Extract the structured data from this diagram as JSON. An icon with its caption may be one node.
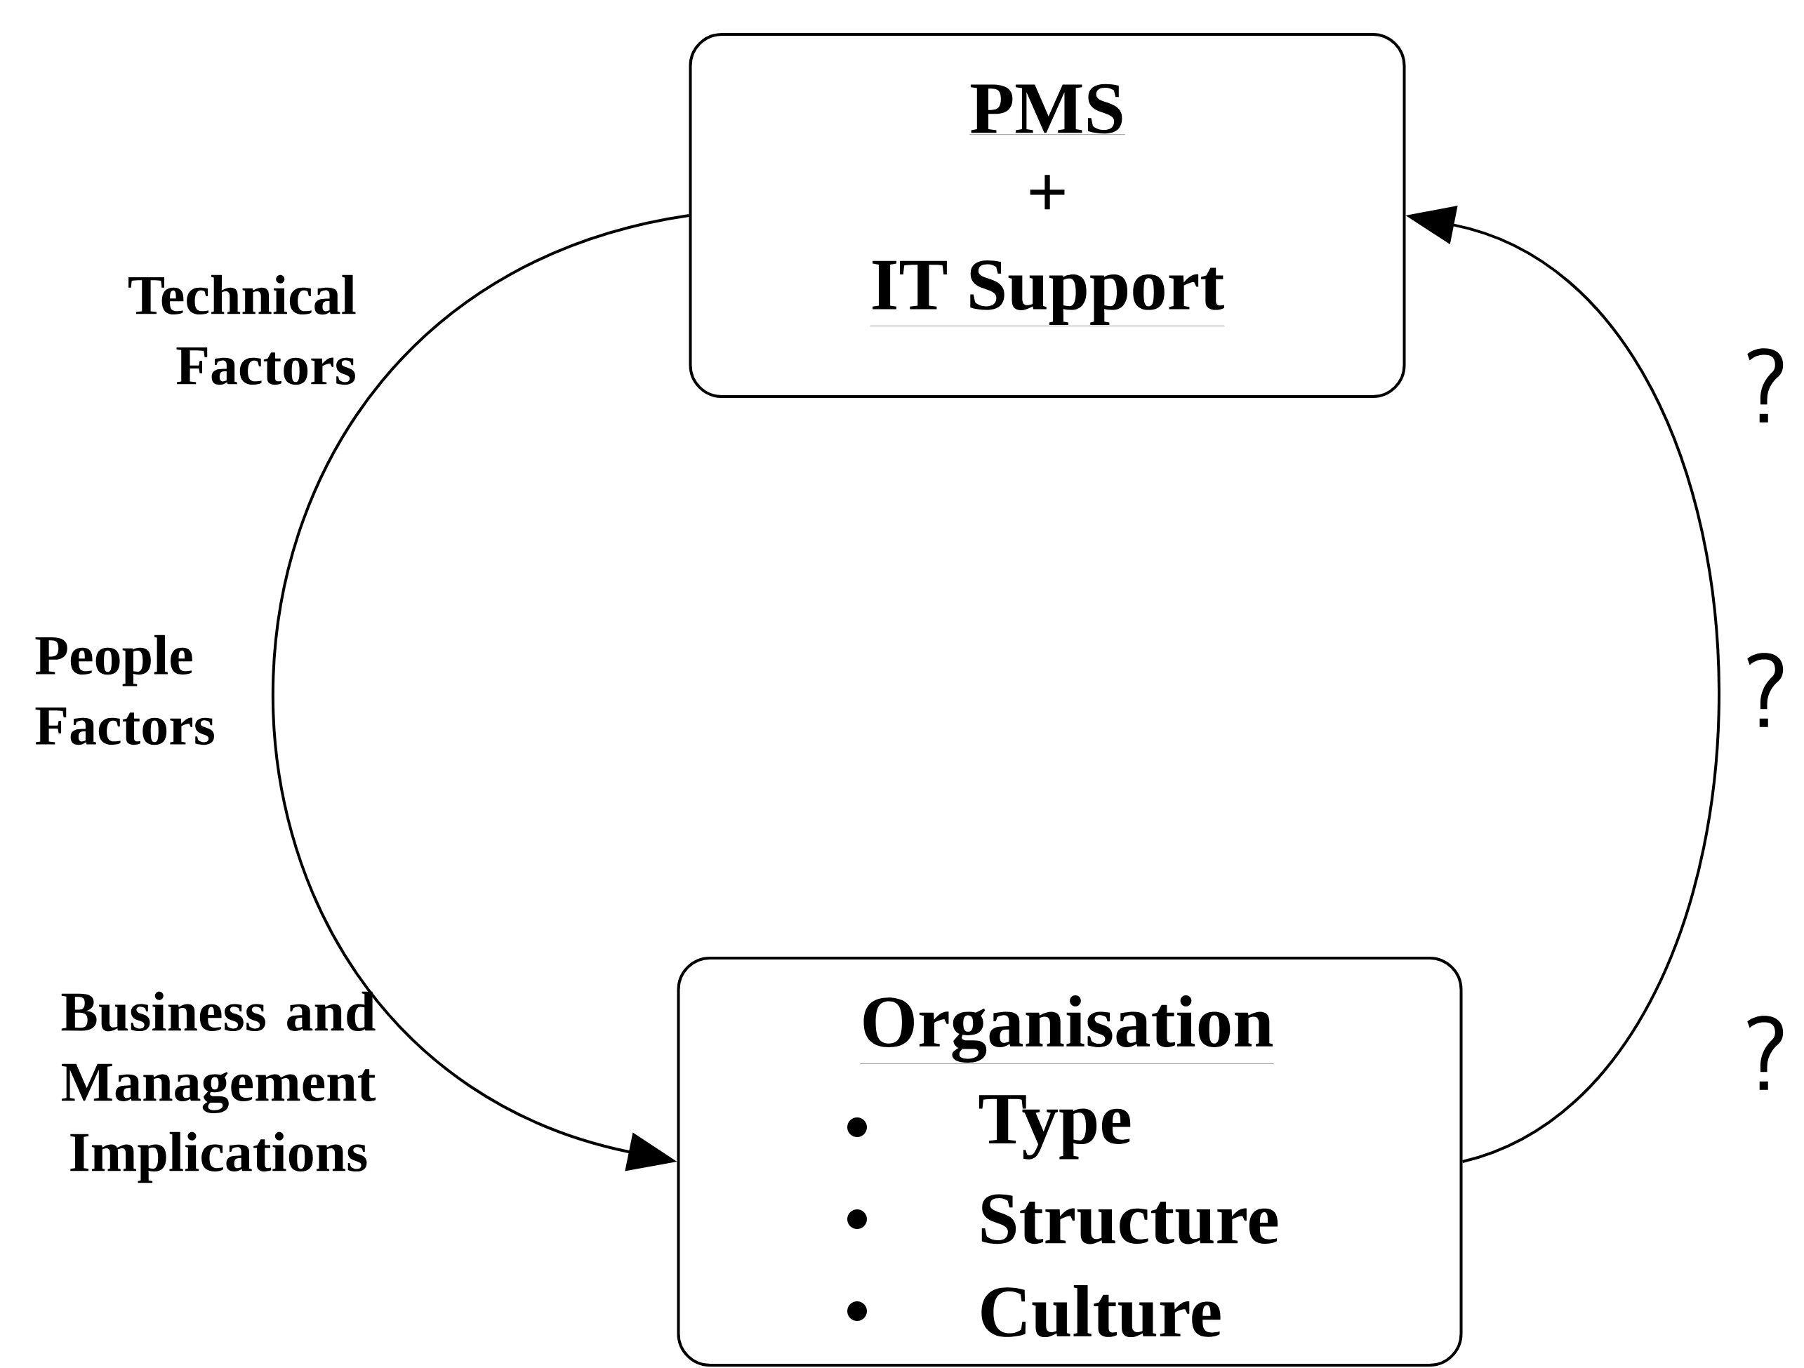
{
  "diagram": {
    "nodes": [
      {
        "text": [
          "PMS",
          "+",
          "IT Support"
        ]
      },
      {
        "text": [
          "Organisation",
          "Type",
          "Structure",
          "Culture"
        ]
      }
    ],
    "edges": [
      {
        "from": 0,
        "to": 1,
        "arrow": "to"
      },
      {
        "from": 1,
        "to": 0,
        "arrow": "to"
      }
    ],
    "labels": [
      "Technical Factors",
      "People Factors",
      "Business and Management Implications",
      "?",
      "?",
      "?"
    ]
  }
}
